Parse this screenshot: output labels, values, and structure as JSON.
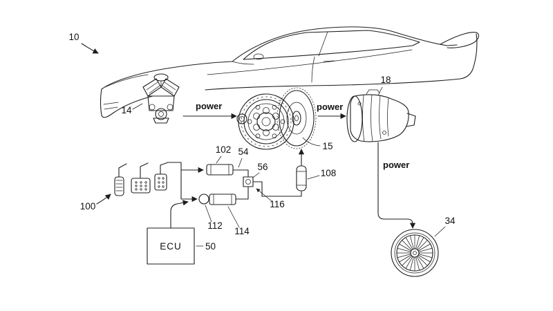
{
  "figure": {
    "labels": {
      "ref10": "10",
      "ref14": "14",
      "ref15": "15",
      "ref18": "18",
      "ref34": "34",
      "ref50": "50",
      "ref54": "54",
      "ref56": "56",
      "ref100": "100",
      "ref102": "102",
      "ref108": "108",
      "ref112": "112",
      "ref114": "114",
      "ref116": "116"
    },
    "texts": {
      "power_engine_clutch": "power",
      "power_clutch_transmission": "power",
      "power_transmission_wheel": "power",
      "ecu": "ECU"
    },
    "colors": {
      "ink": "#1d1d1d",
      "background": "#ffffff"
    }
  }
}
